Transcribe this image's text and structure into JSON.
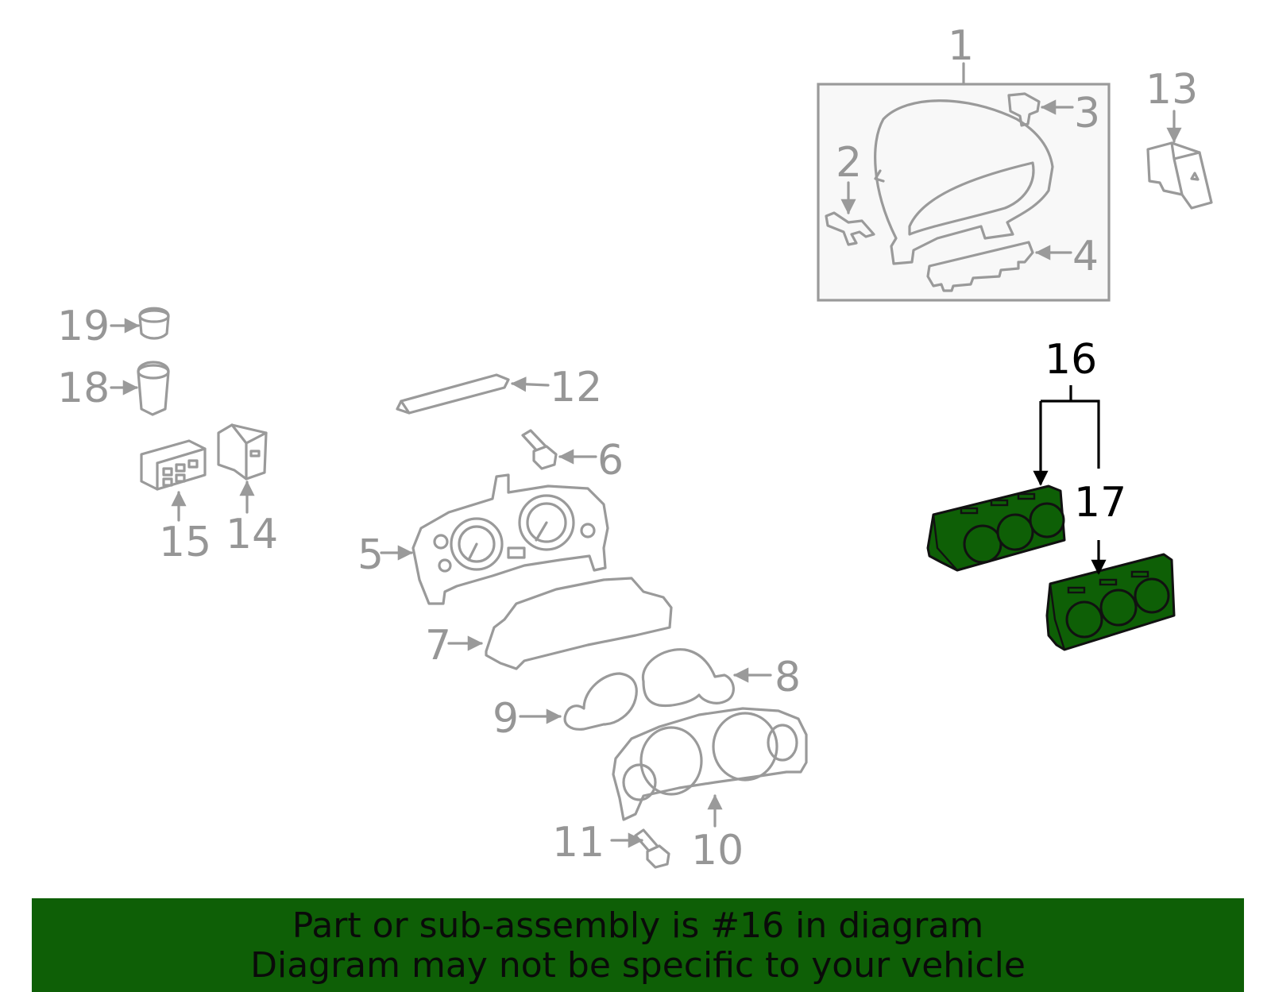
{
  "diagram": {
    "callouts": [
      "1",
      "2",
      "3",
      "4",
      "5",
      "6",
      "7",
      "8",
      "9",
      "10",
      "11",
      "12",
      "13",
      "14",
      "15",
      "16",
      "17",
      "18",
      "19"
    ],
    "highlight_color": "#0e5f06",
    "highlighted_parts": [
      "16",
      "17"
    ]
  },
  "banner": {
    "line1": "Part or sub-assembly is #16 in diagram",
    "line2": "Diagram may not be specific to your vehicle",
    "background": "#0e5f06"
  }
}
